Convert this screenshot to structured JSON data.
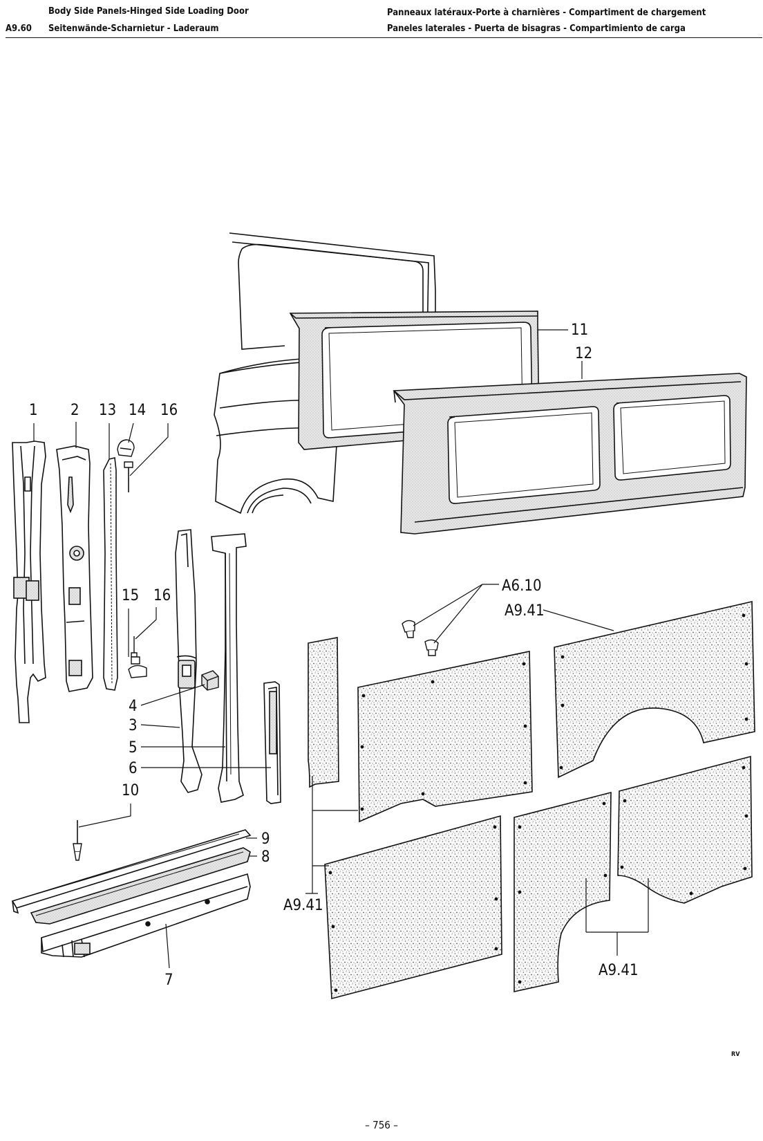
{
  "header": {
    "section_code": "A9.60",
    "title_en": "Body Side Panels-Hinged Side Loading Door",
    "title_de": "Seitenwände-Scharnietur - Laderaum",
    "title_fr": "Panneaux latéraux-Porte à charnières - Compartiment de chargement",
    "title_es": "Paneles laterales - Puerta de bisagras - Compartimiento de carga"
  },
  "callouts": {
    "c1": "1",
    "c2": "2",
    "c13": "13",
    "c14": "14",
    "c16a": "16",
    "c15": "15",
    "c16b": "16",
    "c4": "4",
    "c3": "3",
    "c5": "5",
    "c6": "6",
    "c10": "10",
    "c9": "9",
    "c8": "8",
    "c7": "7",
    "c11": "11",
    "c12": "12"
  },
  "references": {
    "ref_a610": "A6.10",
    "ref_a941_top": "A9.41",
    "ref_a941_left": "A9.41",
    "ref_a941_bottom": "A9.41"
  },
  "initials": "RV",
  "page_number": "– 756 –"
}
